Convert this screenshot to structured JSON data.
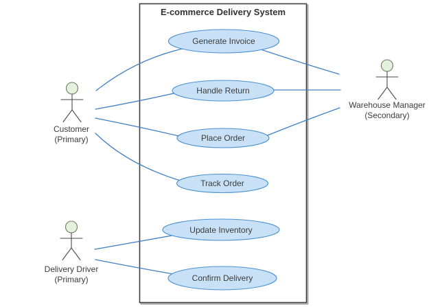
{
  "diagram": {
    "type": "uml-use-case-diagram",
    "title": "E-commerce Delivery System",
    "use_cases": [
      {
        "id": "generate-invoice",
        "label": "Generate Invoice"
      },
      {
        "id": "handle-return",
        "label": "Handle Return"
      },
      {
        "id": "place-order",
        "label": "Place Order"
      },
      {
        "id": "track-order",
        "label": "Track Order"
      },
      {
        "id": "update-inventory",
        "label": "Update Inventory"
      },
      {
        "id": "confirm-delivery",
        "label": "Confirm Delivery"
      }
    ],
    "actors": [
      {
        "id": "customer",
        "name": "Customer",
        "role": "(Primary)"
      },
      {
        "id": "warehouse-manager",
        "name": "Warehouse Manager",
        "role": "(Secondary)"
      },
      {
        "id": "delivery-driver",
        "name": "Delivery Driver",
        "role": "(Primary)"
      }
    ],
    "associations": [
      {
        "from": "customer",
        "to": "generate-invoice"
      },
      {
        "from": "customer",
        "to": "handle-return"
      },
      {
        "from": "customer",
        "to": "place-order"
      },
      {
        "from": "customer",
        "to": "track-order"
      },
      {
        "from": "warehouse-manager",
        "to": "generate-invoice"
      },
      {
        "from": "warehouse-manager",
        "to": "handle-return"
      },
      {
        "from": "warehouse-manager",
        "to": "place-order"
      },
      {
        "from": "delivery-driver",
        "to": "update-inventory"
      },
      {
        "from": "delivery-driver",
        "to": "confirm-delivery"
      }
    ],
    "colors": {
      "use_case_fill": "#c8e1f7",
      "use_case_border": "#4a90d2",
      "connector": "#3e7fc4",
      "actor_head_fill": "#e4f1dc",
      "actor_outline": "#4a4a4a",
      "boundary_border": "#404040",
      "text": "#3b3b3b",
      "background": "#ffffff"
    }
  }
}
